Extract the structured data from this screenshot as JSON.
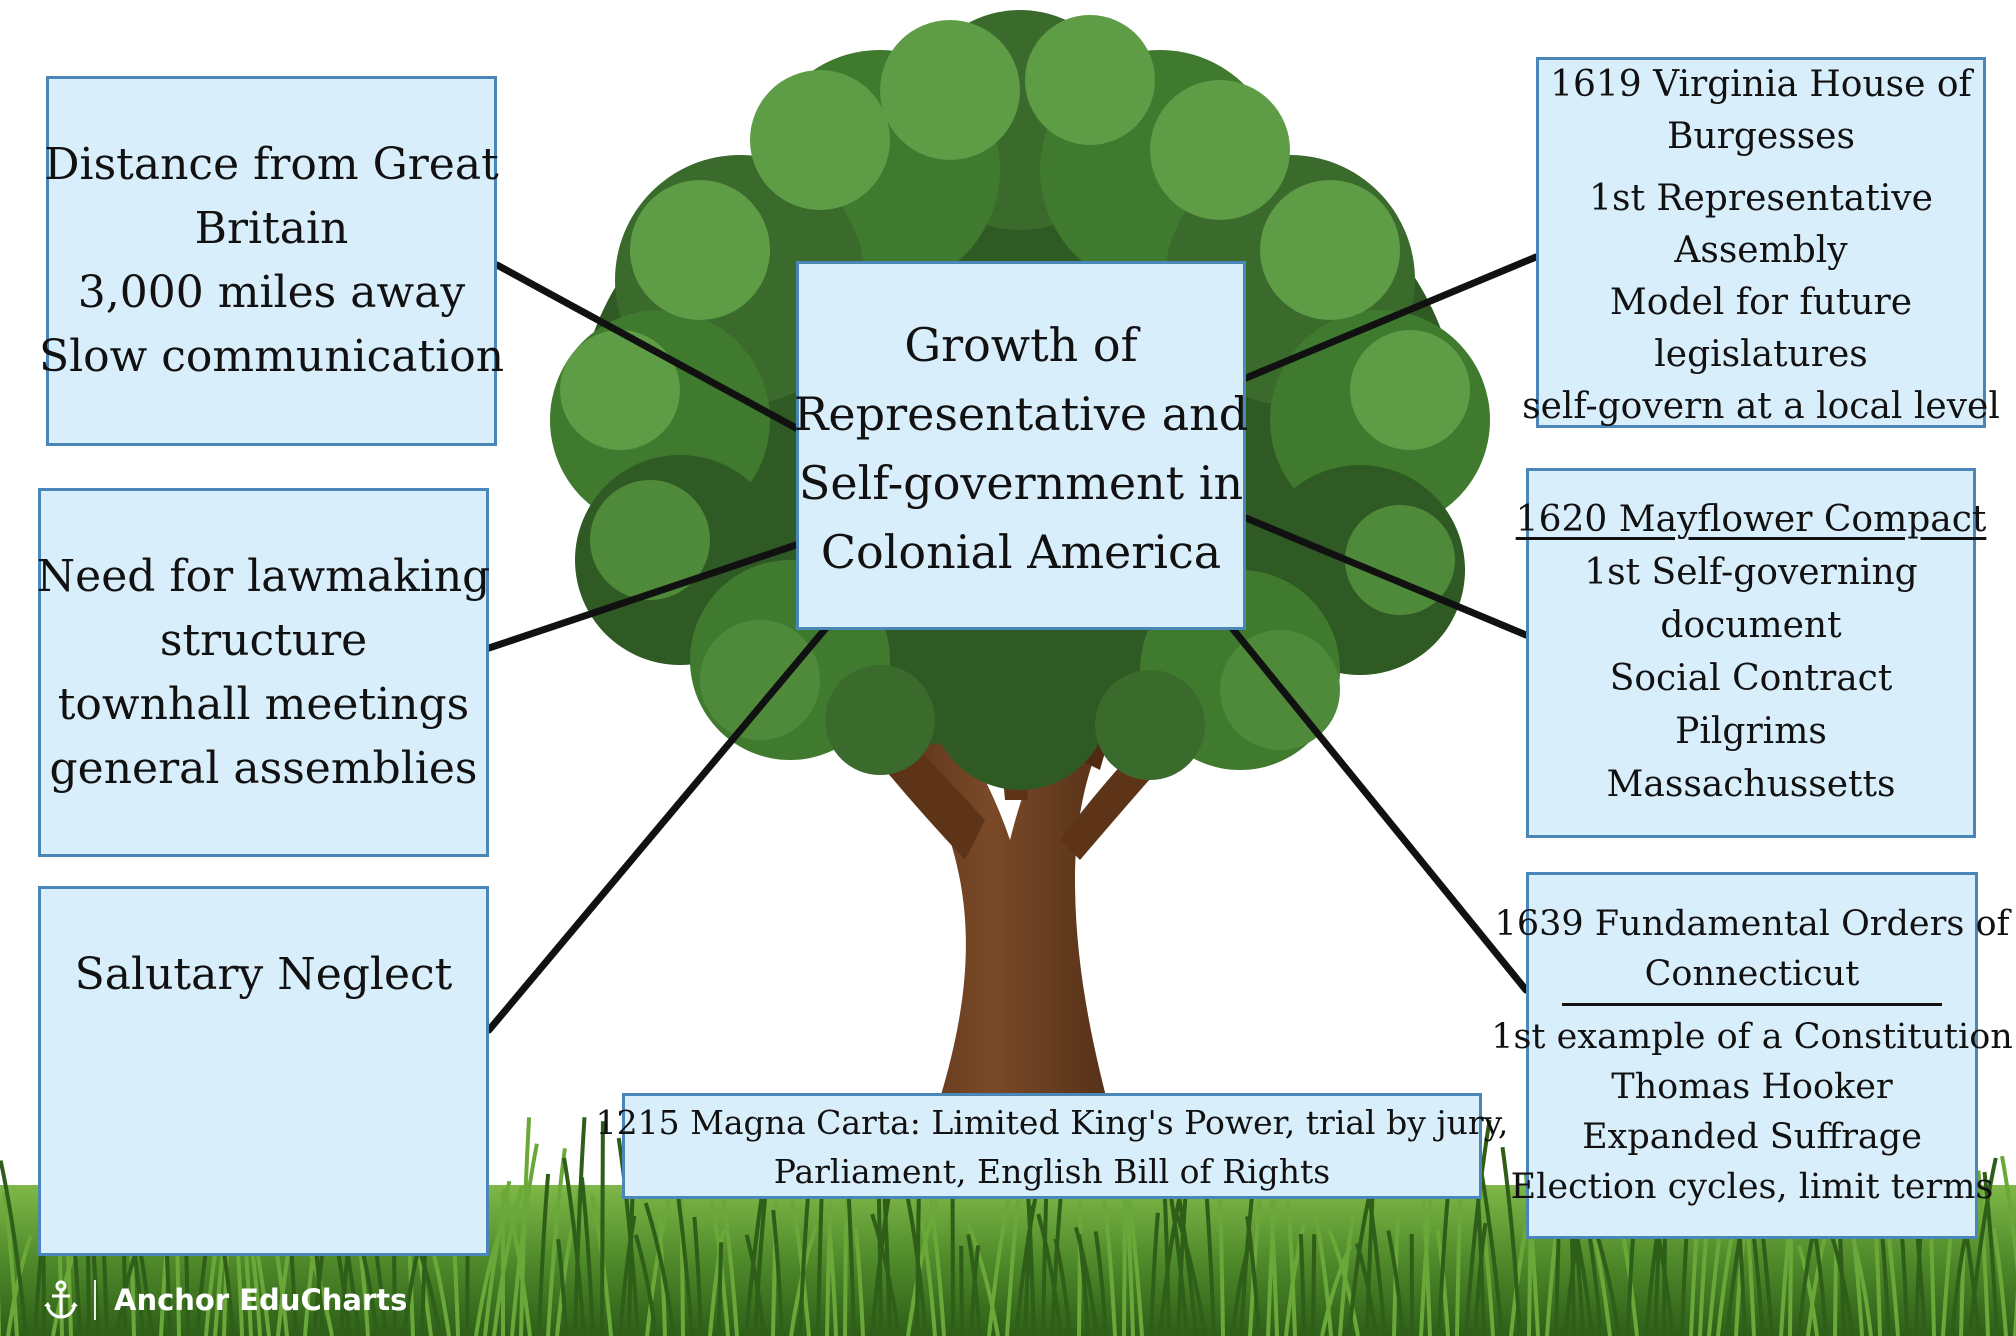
{
  "center": {
    "lines": [
      "Growth of",
      "Representative and",
      "Self-government in",
      "Colonial America"
    ]
  },
  "left_boxes": {
    "distance": {
      "lines": [
        "Distance from Great",
        "Britain",
        "3,000 miles away",
        "Slow communication"
      ]
    },
    "lawmaking": {
      "lines": [
        "Need for lawmaking",
        "structure",
        "townhall meetings",
        "general assemblies"
      ]
    },
    "neglect": {
      "title": "Salutary Neglect",
      "icon": "sunglasses-icon"
    }
  },
  "right_boxes": {
    "virginia": {
      "heading": [
        "1619 Virginia House of",
        "Burgesses"
      ],
      "lines": [
        "1st Representative",
        "Assembly",
        "Model for future",
        "legislatures",
        "self-govern at a local level"
      ]
    },
    "mayflower": {
      "heading": "1620 Mayflower Compact",
      "lines": [
        "1st Self-governing",
        "document",
        "Social Contract",
        "Pilgrims",
        "Massachussetts"
      ]
    },
    "connecticut": {
      "heading": [
        "1639 Fundamental Orders of",
        "Connecticut"
      ],
      "lines": [
        "1st example of a Constitution",
        "Thomas Hooker",
        "Expanded Suffrage",
        "Election cycles, limit terms"
      ]
    }
  },
  "bottom_box": {
    "lines": [
      "1215 Magna Carta: Limited King's Power, trial by jury,",
      "Parliament, English Bill of Rights"
    ]
  },
  "brand": {
    "name": "Anchor EduCharts",
    "icon": "anchor-icon"
  },
  "colors": {
    "box_fill": "#d9eefb",
    "box_border": "#4a86b8",
    "leaf_dark": "#2f5a24",
    "leaf_mid": "#3f7a2f",
    "leaf_light": "#5e9c46",
    "trunk": "#6b3e1f",
    "grass": "#4f8a2a"
  }
}
